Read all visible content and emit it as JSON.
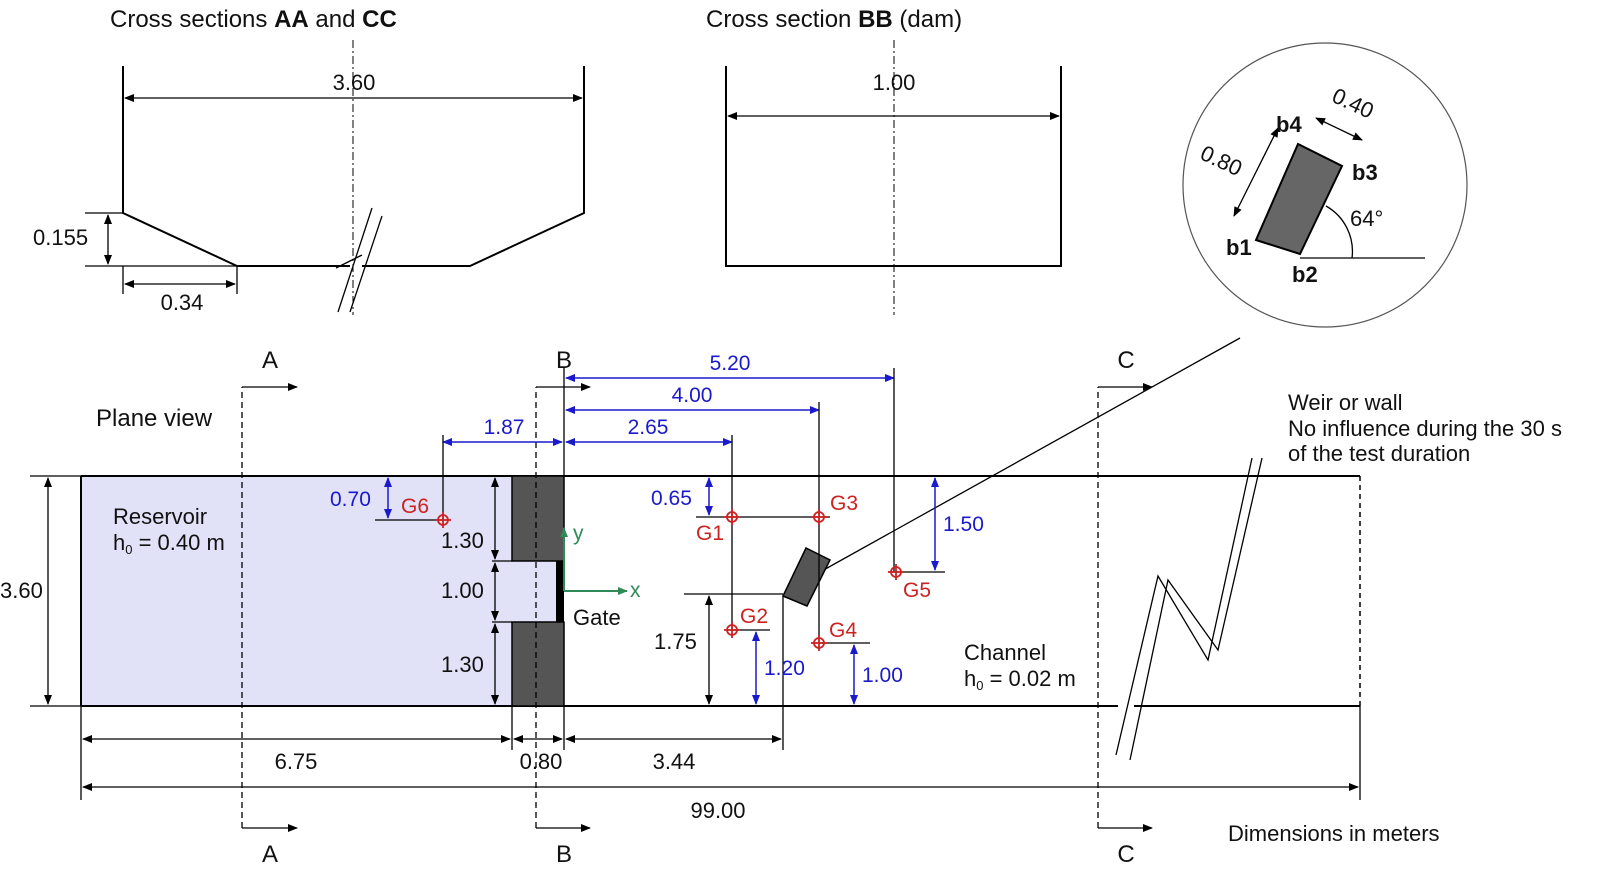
{
  "titles": {
    "section_aa_cc_prefix": "Cross sections ",
    "section_aa_cc_bold1": "AA",
    "section_aa_cc_mid": " and ",
    "section_aa_cc_bold2": "CC",
    "section_bb_prefix": "Cross section ",
    "section_bb_bold": "BB",
    "section_bb_suffix": " (dam)",
    "plane_view": "Plane view"
  },
  "cross_section_aa": {
    "width": "3.60",
    "height": "0.155",
    "slope_base": "0.34"
  },
  "cross_section_bb": {
    "width": "1.00"
  },
  "inset": {
    "width": "0.40",
    "length": "0.80",
    "angle": "64°",
    "b1": "b1",
    "b2": "b2",
    "b3": "b3",
    "b4": "b4"
  },
  "section_markers": {
    "a": "A",
    "b": "B",
    "c": "C"
  },
  "reservoir": {
    "label": "Reservoir",
    "depth_prefix": "h",
    "depth_sub": "0",
    "depth_value": " = 0.40 m"
  },
  "channel": {
    "label": "Channel",
    "depth_prefix": "h",
    "depth_sub": "0",
    "depth_value": " = 0.02 m"
  },
  "weir_note": {
    "line1": "Weir or wall",
    "line2": "No influence during the 30 s",
    "line3": "of the test duration"
  },
  "gate": {
    "label": "Gate",
    "axis_x": "x",
    "axis_y": "y"
  },
  "gauges": {
    "g1": "G1",
    "g2": "G2",
    "g3": "G3",
    "g4": "G4",
    "g5": "G5",
    "g6": "G6"
  },
  "blue_dims": {
    "d520": "5.20",
    "d400": "4.00",
    "d265": "2.65",
    "d187": "1.87",
    "d070": "0.70",
    "d065": "0.65",
    "d150": "1.50",
    "d120": "1.20",
    "d100": "1.00"
  },
  "black_dims": {
    "width360": "3.60",
    "upper130": "1.30",
    "opening100": "1.00",
    "lower130": "1.30",
    "obstacle175": "1.75",
    "res675": "6.75",
    "dam080": "0.80",
    "obs344": "3.44",
    "total9900": "99.00"
  },
  "units_note": "Dimensions in meters"
}
